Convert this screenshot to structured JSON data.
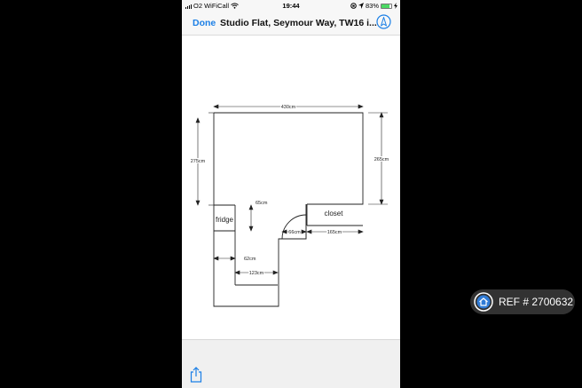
{
  "status_bar": {
    "carrier": "O2 WiFiCall",
    "time": "19:44",
    "battery_percent": "83%",
    "battery_level": 0.83,
    "signal_icon": "signal-bars-icon",
    "wifi_icon": "wifi-icon"
  },
  "nav": {
    "done_label": "Done",
    "title": "Studio Flat, Seymour Way, TW16 i...",
    "safari_icon": "compass-icon"
  },
  "floorplan": {
    "width_top": "430cm",
    "height_left": "275cm",
    "height_right": "265cm",
    "fridge_label": "fridge",
    "fridge_depth": "65cm",
    "closet_label": "closet",
    "door_width": "66cm",
    "closet_width": "165cm",
    "corridor_offset": "62cm",
    "corridor_width": "123cm"
  },
  "ref_badge": {
    "text": "REF # 2700632",
    "icon": "home-icon"
  },
  "toolbar": {
    "share_icon": "share-icon"
  },
  "colors": {
    "accent": "#1b7fe6",
    "battery": "#4cd964",
    "badge_bg": "#373737"
  }
}
